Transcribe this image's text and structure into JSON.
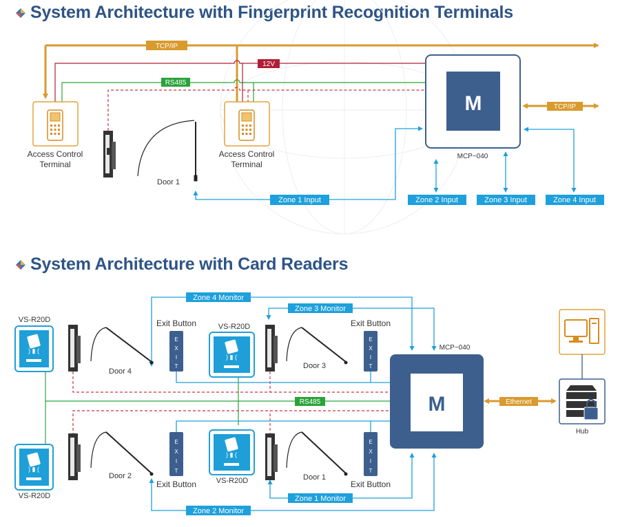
{
  "section1": {
    "title": "System Architecture with Fingerprint Recognition Terminals",
    "bus_tcpip": "TCP/IP",
    "bus_12v": "12V",
    "bus_rs485": "RS485",
    "terminal_left_line1": "Access Control",
    "terminal_left_line2": "Terminal",
    "terminal_mid_line1": "Access Control",
    "terminal_mid_line2": "Terminal",
    "door": "Door 1",
    "panel_letter": "M",
    "panel_name": "MCP~040",
    "panel_link": "TCP/IP",
    "zones": [
      "Zone 1 Input",
      "Zone 2 Input",
      "Zone 3 Input",
      "Zone 4 Input"
    ]
  },
  "section2": {
    "title": "System Architecture with Card Readers",
    "reader_label": "VS-R20D",
    "readers": [
      "VS-R20D",
      "VS-R20D",
      "VS-R20D",
      "VS-R20D"
    ],
    "exit_label": "Exit Button",
    "exit_text": "EXIT",
    "doors": [
      "Door 4",
      "Door 3",
      "Door 2",
      "Door 1"
    ],
    "monitors": [
      "Zone 4 Monitor",
      "Zone 3 Monitor",
      "Zone 1 Monitor",
      "Zone 2 Monitor"
    ],
    "rs485": "RS485",
    "panel_letter": "M",
    "panel_name": "MCP~040",
    "ethernet": "Ethernet",
    "hub": "Hub"
  },
  "colors": {
    "title": "#2e5486",
    "tcpip": "#d99a2e",
    "power": "#b01e35",
    "rs485": "#2aa33a",
    "zone": "#1ea0dc",
    "panel": "#3c5f8e",
    "reader": "#1e9fd8"
  }
}
